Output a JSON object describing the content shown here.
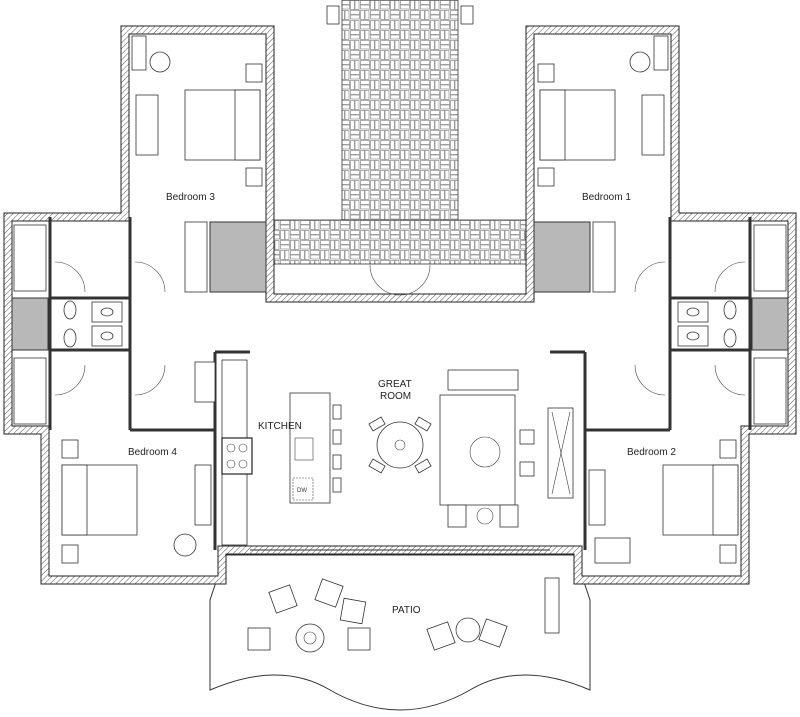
{
  "plan": {
    "rooms": {
      "bedroom3": "Bedroom 3",
      "bedroom1": "Bedroom 1",
      "great_room_line1": "GREAT",
      "great_room_line2": "ROOM",
      "kitchen": "KITCHEN",
      "bedroom4": "Bedroom 4",
      "bedroom2": "Bedroom 2",
      "patio": "PATIO"
    },
    "dishwasher": "DW",
    "colors": {
      "wall": "#333333",
      "closet": "#b8b8b8",
      "paving": "#999999"
    }
  }
}
